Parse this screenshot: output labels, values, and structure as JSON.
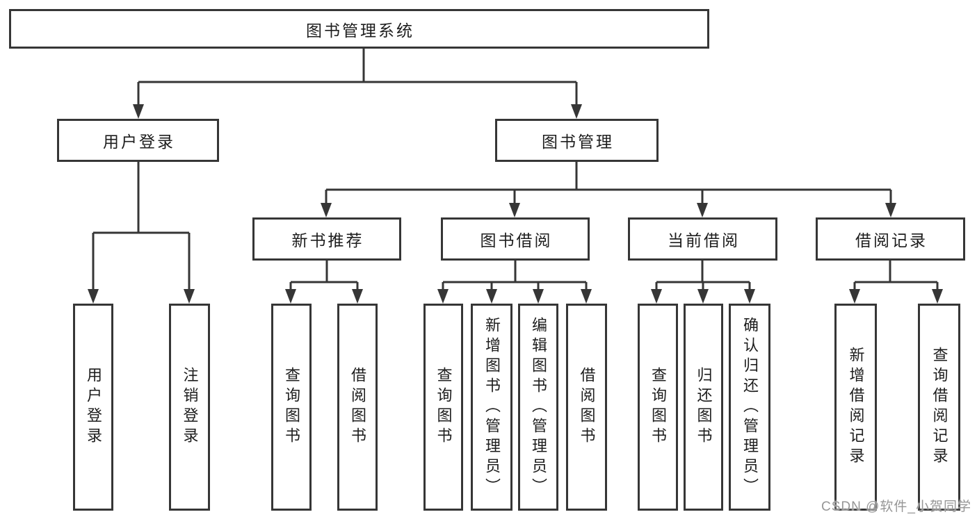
{
  "colors": {
    "line": "#363636",
    "text": "#1d1d1d",
    "box_fill": "#ffffff",
    "background": "#ffffff",
    "watermark": "#969696"
  },
  "watermark": {
    "text": "CSDN @软件_小贺同学"
  },
  "tree": {
    "label": "图书管理系统",
    "children": [
      {
        "label": "用户登录",
        "children": [
          {
            "label": "用户登录"
          },
          {
            "label": "注销登录"
          }
        ]
      },
      {
        "label": "图书管理",
        "children": [
          {
            "label": "新书推荐",
            "children": [
              {
                "label": "查询图书"
              },
              {
                "label": "借阅图书"
              }
            ]
          },
          {
            "label": "图书借阅",
            "children": [
              {
                "label": "查询图书"
              },
              {
                "label": "新增图书（管理员）"
              },
              {
                "label": "编辑图书（管理员）"
              },
              {
                "label": "借阅图书"
              }
            ]
          },
          {
            "label": "当前借阅",
            "children": [
              {
                "label": "查询图书"
              },
              {
                "label": "归还图书"
              },
              {
                "label": "确认归还（管理员）"
              }
            ]
          },
          {
            "label": "借阅记录",
            "children": [
              {
                "label": "新增借阅记录"
              },
              {
                "label": "查询借阅记录"
              }
            ]
          }
        ]
      }
    ]
  }
}
